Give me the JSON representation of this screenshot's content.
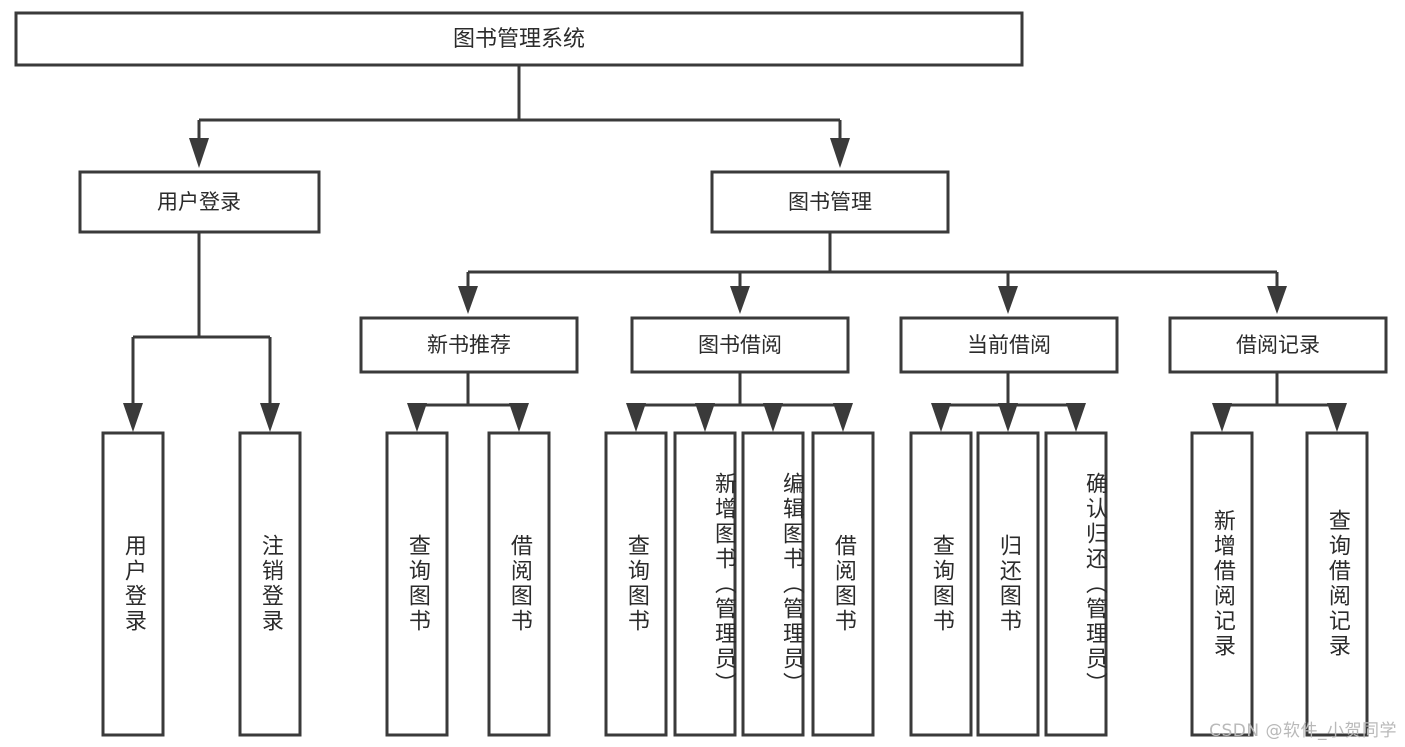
{
  "diagram": {
    "title": "图书管理系统",
    "type": "tree",
    "orientation": "top-down",
    "colors": {
      "box_fill": "#ffffff",
      "box_stroke": "#3a3a3a",
      "connector": "#3a3a3a",
      "text": "#2b2b2b",
      "background": "#ffffff",
      "watermark": "#b9b9b9"
    },
    "root": {
      "label": "图书管理系统"
    },
    "level2": [
      {
        "label": "用户登录"
      },
      {
        "label": "图书管理"
      }
    ],
    "level3": [
      {
        "label": "新书推荐"
      },
      {
        "label": "图书借阅"
      },
      {
        "label": "当前借阅"
      },
      {
        "label": "借阅记录"
      }
    ],
    "leaves": {
      "user_login": [
        {
          "label": "用户登录"
        },
        {
          "label": "注销登录"
        }
      ],
      "new_book_recommend": [
        {
          "label": "查询图书"
        },
        {
          "label": "借阅图书"
        }
      ],
      "book_borrow": [
        {
          "label": "查询图书"
        },
        {
          "label": "新增图书（管理员）"
        },
        {
          "label": "编辑图书（管理员）"
        },
        {
          "label": "借阅图书"
        }
      ],
      "current_borrow": [
        {
          "label": "查询图书"
        },
        {
          "label": "归还图书"
        },
        {
          "label": "确认归还（管理员）"
        }
      ],
      "borrow_record": [
        {
          "label": "新增借阅记录"
        },
        {
          "label": "查询借阅记录"
        }
      ]
    }
  },
  "watermark": {
    "text": "CSDN @软件_小贺同学"
  }
}
